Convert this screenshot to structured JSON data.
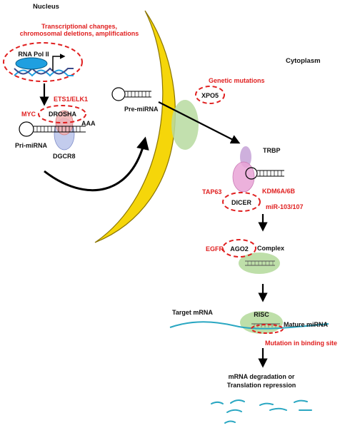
{
  "compartments": {
    "nucleus": "Nucleus",
    "cytoplasm": "Cytoplasm"
  },
  "transcription": {
    "line1": "Transcriptional changes,",
    "line2": "chromosomal deletions, amplifications",
    "polymerase": "RNA Pol II"
  },
  "nuclear_processing": {
    "ets_elk": "ETS1/ELK1",
    "myc": "MYC",
    "drosha": "DROSHA",
    "poly_a": "AAA",
    "pri_mirna": "Pri-miRNA",
    "dgcr8": "DGCR8",
    "pre_mirna": "Pre-miRNA"
  },
  "export": {
    "genetic_mutations": "Genetic mutations",
    "xpo5": "XPO5"
  },
  "dicer_processing": {
    "trbp": "TRBP",
    "tap63": "TAP63",
    "kdm": "KDM6A/6B",
    "dicer": "DICER",
    "mir103": "miR-103/107"
  },
  "ago_complex": {
    "egfr": "EGFR",
    "ago2": "AGO2",
    "complex": "Complex"
  },
  "risc_stage": {
    "target_mrna": "Target mRNA",
    "risc": "RISC",
    "mature_mirna": "Mature miRNA",
    "binding_mutation": "Mutation in binding site"
  },
  "outcome": {
    "line1": "mRNA degradation or",
    "line2": "Translation repression"
  },
  "colors": {
    "membrane_fill": "#f5d60a",
    "membrane_stroke": "#8a7400",
    "alteration_red": "#e02020",
    "complex_green": "#b7dba0",
    "dgcr8_blue": "#b9c3ea",
    "trbp_pink": "#e9a3d6",
    "pol_blue": "#1f9fe0",
    "mrna_teal": "#2aa7c2"
  }
}
